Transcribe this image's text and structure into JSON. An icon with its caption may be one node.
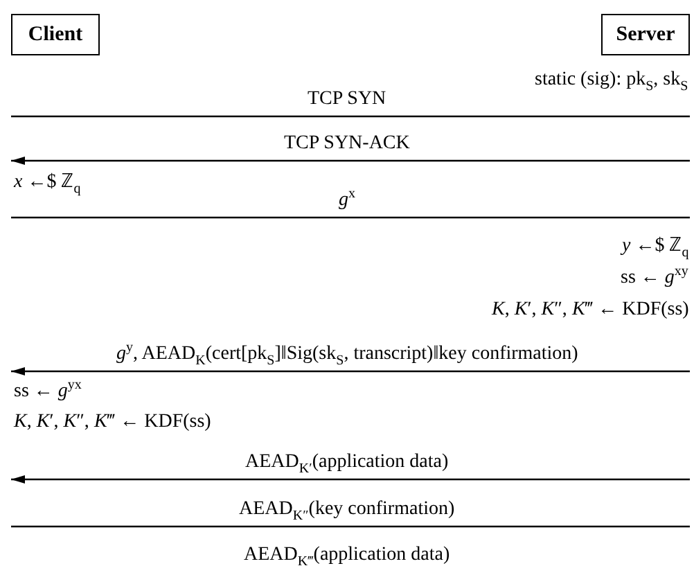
{
  "diagram": {
    "nodes": [
      {
        "text": [
          "Client"
        ]
      },
      {
        "text": [
          "Server"
        ],
        "beside": [
          "static (sig): pk$_{S}$, sk$_{S}$"
        ]
      }
    ],
    "edges": [
      {
        "from": 0,
        "to": 1,
        "arrow": "none",
        "label": "TCP SYN"
      },
      {
        "from": 1,
        "to": 0,
        "arrow": "to",
        "label": "TCP SYN-ACK"
      },
      {
        "from": 0,
        "to": 1,
        "arrow": "none",
        "label": "*g*$^{x}$"
      },
      {
        "from": 1,
        "to": 0,
        "arrow": "to",
        "label": "*g*$^{y}$, AEAD$_{K}$(cert[pk$_{S}$]‖Sig(sk$_{S}$, transcript)‖key confirmation)"
      },
      {
        "from": 1,
        "to": 0,
        "arrow": "to",
        "label": "AEAD$_{K′}$(application data)"
      },
      {
        "from": 0,
        "to": 1,
        "arrow": "none",
        "label": "AEAD$_{K″}$(key confirmation)"
      }
    ],
    "labels": [
      "*x* ←$ ℤ$_{q}$",
      "*y* ←$ ℤ$_{q}$",
      "ss ← *g*$^{xy}$",
      "*K*, *K*′, *K*″, *K*‴ ← KDF(ss)",
      "ss ← *g*$^{yx}$",
      "*K*, *K*′, *K*″, *K*‴ ← KDF(ss)",
      "AEAD$_{K‴}$(application data)"
    ]
  }
}
